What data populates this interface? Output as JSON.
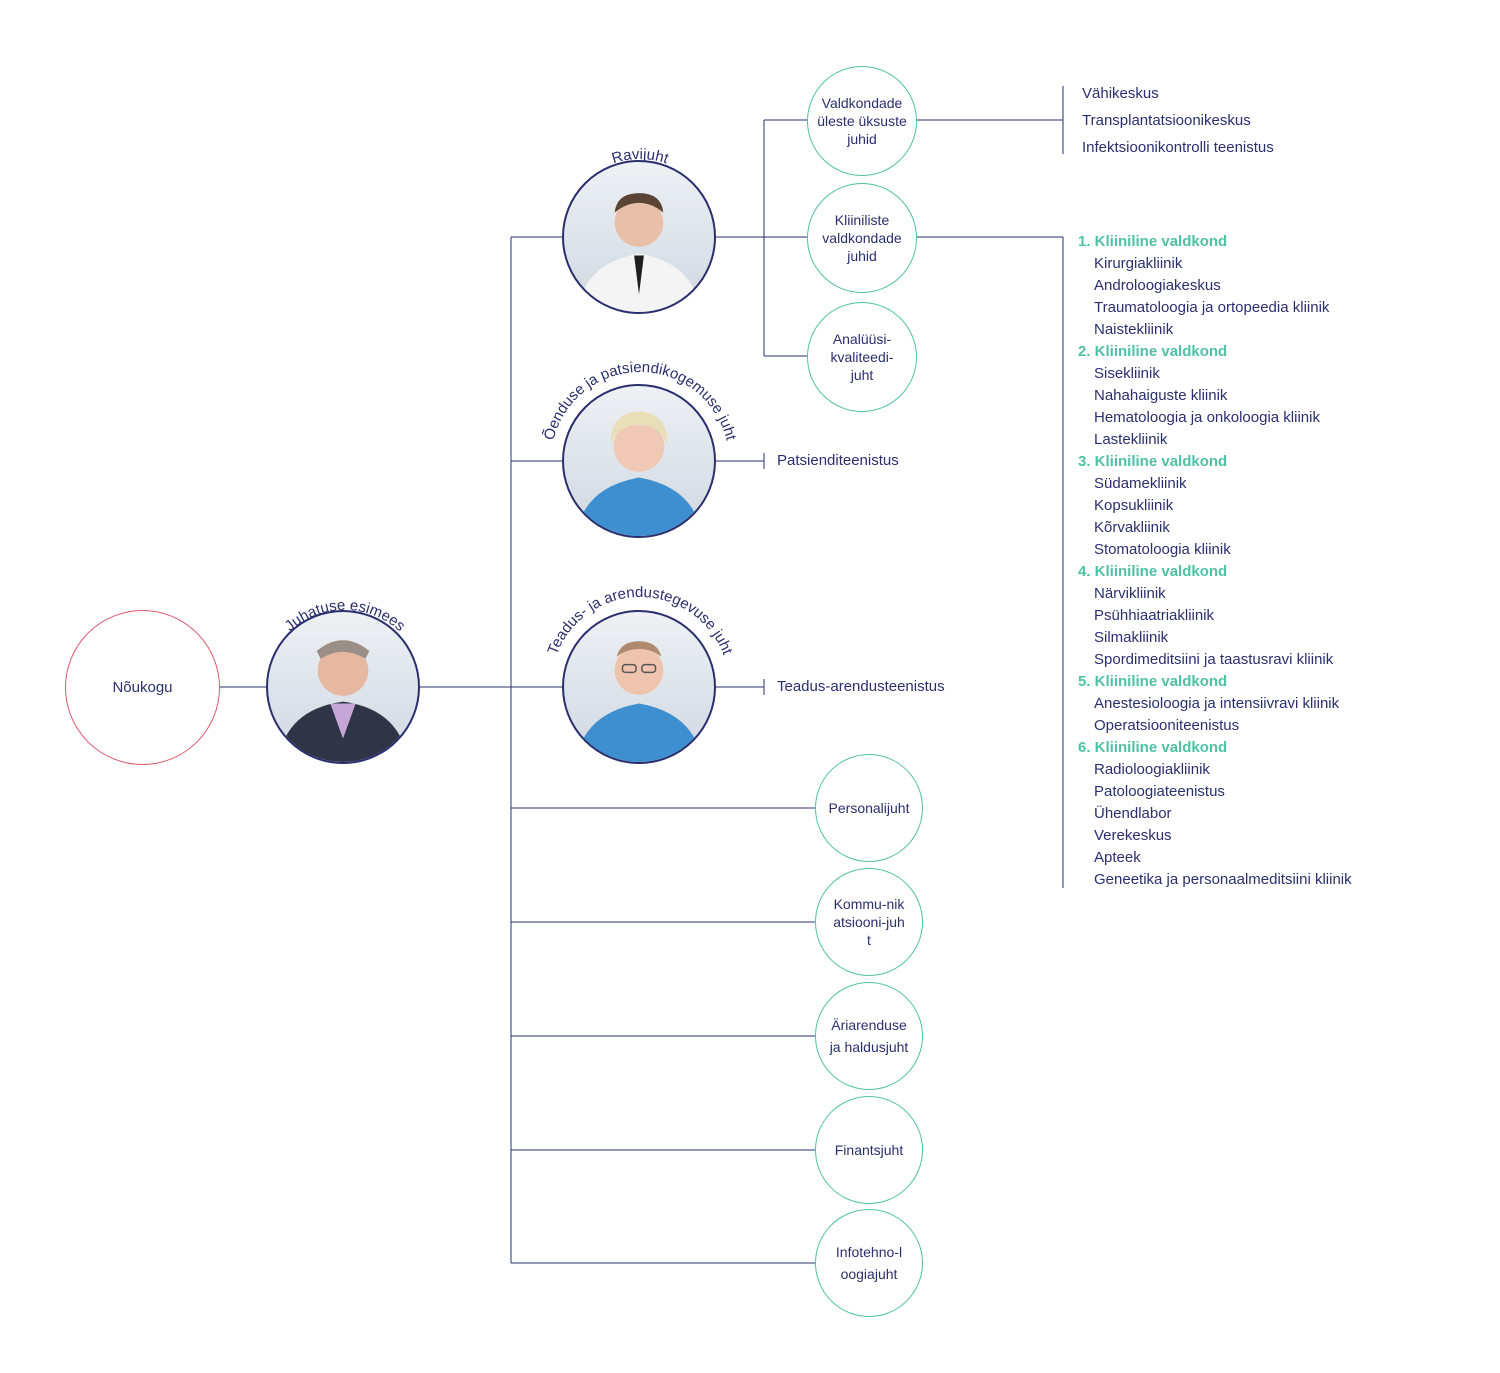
{
  "board": {
    "label": "Nõukogu"
  },
  "chairman": {
    "title": "Juhatuse esimees"
  },
  "managers": {
    "medical": {
      "title": "Ravijuht"
    },
    "nursing": {
      "title": "Õenduse ja patsiendikogemuse juht",
      "service": "Patsienditeenistus"
    },
    "research": {
      "title": "Teadus- ja arendustegevuse juht",
      "service": "Teadus-arendusteenistus"
    }
  },
  "medical_subunits": [
    {
      "label": "Valdkondade üleste üksuste juhid"
    },
    {
      "label": "Kliiniliste valdkondade juhid"
    },
    {
      "label": "Analüüsi-kvaliteedi-juht"
    }
  ],
  "cross_units": [
    "Vähikeskus",
    "Transplantatsioonikeskus",
    "Infektsioonikontrolli teenistus"
  ],
  "clinical_divisions": [
    {
      "title": "1. Kliiniline valdkond",
      "units": [
        "Kirurgiakliinik",
        "Androloogiakeskus",
        "Traumatoloogia ja ortopeedia kliinik",
        "Naistekliinik"
      ]
    },
    {
      "title": "2. Kliiniline valdkond",
      "units": [
        "Sisekliinik",
        "Nahahaiguste kliinik",
        "Hematoloogia ja onkoloogia kliinik",
        "Lastekliinik"
      ]
    },
    {
      "title": "3. Kliiniline valdkond",
      "units": [
        "Südamekliinik",
        "Kopsukliinik",
        "Kõrvakliinik",
        "Stomatoloogia kliinik"
      ]
    },
    {
      "title": "4. Kliiniline valdkond",
      "units": [
        "Närvikliinik",
        "Psühhiaatriakliinik",
        "Silmakliinik",
        "Spordimeditsiini ja taastusravi kliinik"
      ]
    },
    {
      "title": "5. Kliiniline valdkond",
      "units": [
        "Anestesioloogia ja intensiivravi kliinik",
        "Operatsiooniteenistus"
      ]
    },
    {
      "title": "6. Kliiniline valdkond",
      "units": [
        "Radioloogiakliinik",
        "Patoloogiateenistus",
        "Ühendlabor",
        "Verekeskus",
        "Apteek",
        "Geneetika ja personaalmeditsiini kliinik"
      ]
    }
  ],
  "other_managers": [
    {
      "label": "Personalijuht"
    },
    {
      "label": "Kommu-nikatsiooni-juht"
    },
    {
      "label": "Äriarenduse ja haldusjuht"
    },
    {
      "label": "Finantsjuht"
    },
    {
      "label": "Infotehno-loogiajuht"
    }
  ],
  "colors": {
    "navy": "#2b2f6e",
    "teal": "#4fc1a6",
    "red": "#e0566f"
  }
}
